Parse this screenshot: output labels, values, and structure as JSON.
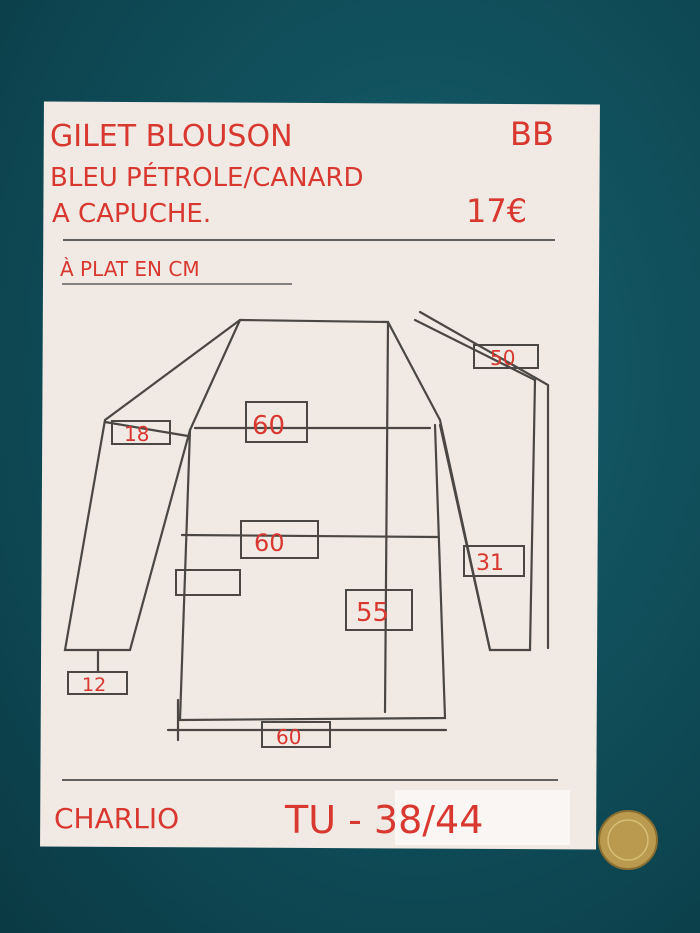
{
  "card": {
    "title_line1": "GILET BLOUSON",
    "code": "BB",
    "title_line2": "BLEU PÉTROLE/CANARD",
    "title_line3": "A CAPUCHE.",
    "price": "17€",
    "subtitle": "À PLAT EN CM",
    "measurements": {
      "sleeve_length": "50",
      "shoulders": "60",
      "arm_width": "18",
      "chest": "60",
      "side_sleeve": "31",
      "body_length": "55",
      "cuff": "12",
      "hem": "60"
    },
    "brand": "CHARLIO",
    "size": "TU - 38/44"
  },
  "colors": {
    "ink": "#d8382f",
    "pencil": "#4a4744",
    "paper": "#f1e9e4",
    "background": "#0f4a55"
  }
}
